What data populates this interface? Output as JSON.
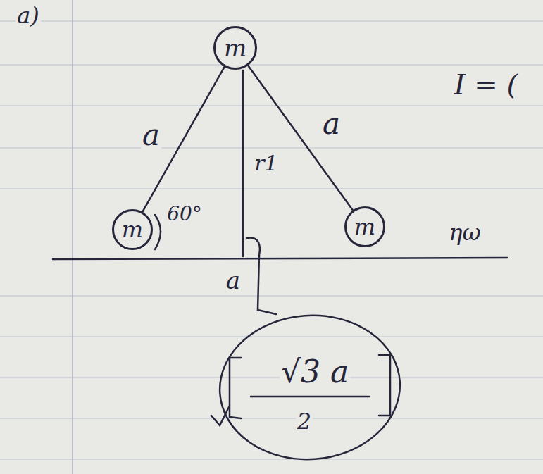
{
  "diagram": {
    "nodes": [
      {
        "text": [
          "m"
        ]
      },
      {
        "text": [
          "m"
        ]
      },
      {
        "text": [
          "m"
        ]
      }
    ],
    "edges": [
      {
        "from": 0,
        "to": 1,
        "arrow": "none",
        "label": "a"
      },
      {
        "from": 0,
        "to": 2,
        "arrow": "none",
        "label": "a"
      }
    ],
    "labels": [
      "a)",
      "r1",
      "60°",
      "a",
      "I = (",
      "ηω",
      "√3 a",
      "2"
    ]
  }
}
